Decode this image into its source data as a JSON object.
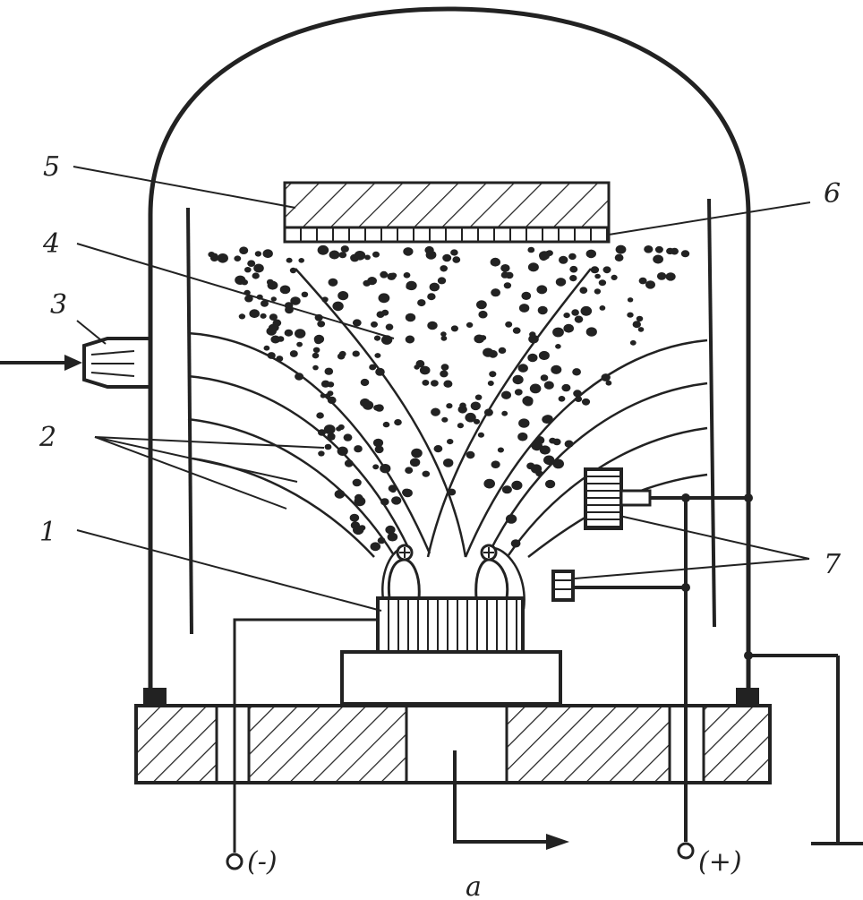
{
  "labels": {
    "l1": "1",
    "l2": "2",
    "l3": "3",
    "l4": "4",
    "l5": "5",
    "l6": "6",
    "l7": "7"
  },
  "terminals": {
    "minus": "(-)",
    "plus": "(+)"
  },
  "caption": "a",
  "colors": {
    "ink": "#222222",
    "paper": "#ffffff"
  }
}
